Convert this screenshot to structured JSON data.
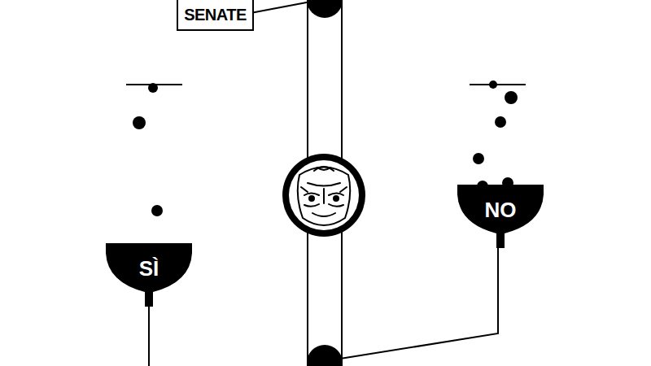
{
  "diagram": {
    "nodes": [
      {
        "text": [
          "SENATE"
        ]
      },
      {
        "text": [
          "SÌ"
        ]
      },
      {
        "text": [
          "NO"
        ]
      }
    ]
  }
}
